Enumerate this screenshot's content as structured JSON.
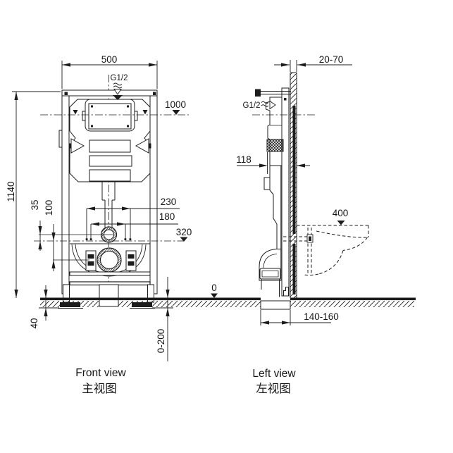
{
  "page": {
    "background": "#ffffff",
    "ink": "#1c1c1c"
  },
  "front_view": {
    "caption_en": "Front view",
    "caption_zh": "主视图",
    "dim_width": "500",
    "dim_height": "1140",
    "dim_water_level": "1000",
    "label_inlet": "G1/2",
    "dim_offset_small": "35",
    "dim_offset_large": "100",
    "dim_bolt_spacing": "230",
    "dim_drain_spacing": "180",
    "dim_outlet_height": "320",
    "dim_foot": "40",
    "dim_floor_range": "0-200",
    "label_floor_zero": "0"
  },
  "left_view": {
    "caption_en": "Left view",
    "caption_zh": "左视图",
    "dim_wall_thickness": "20-70",
    "label_inlet": "G1/2",
    "dim_depth": "118",
    "dim_bowl_height": "400",
    "dim_base_depth": "140-160"
  }
}
